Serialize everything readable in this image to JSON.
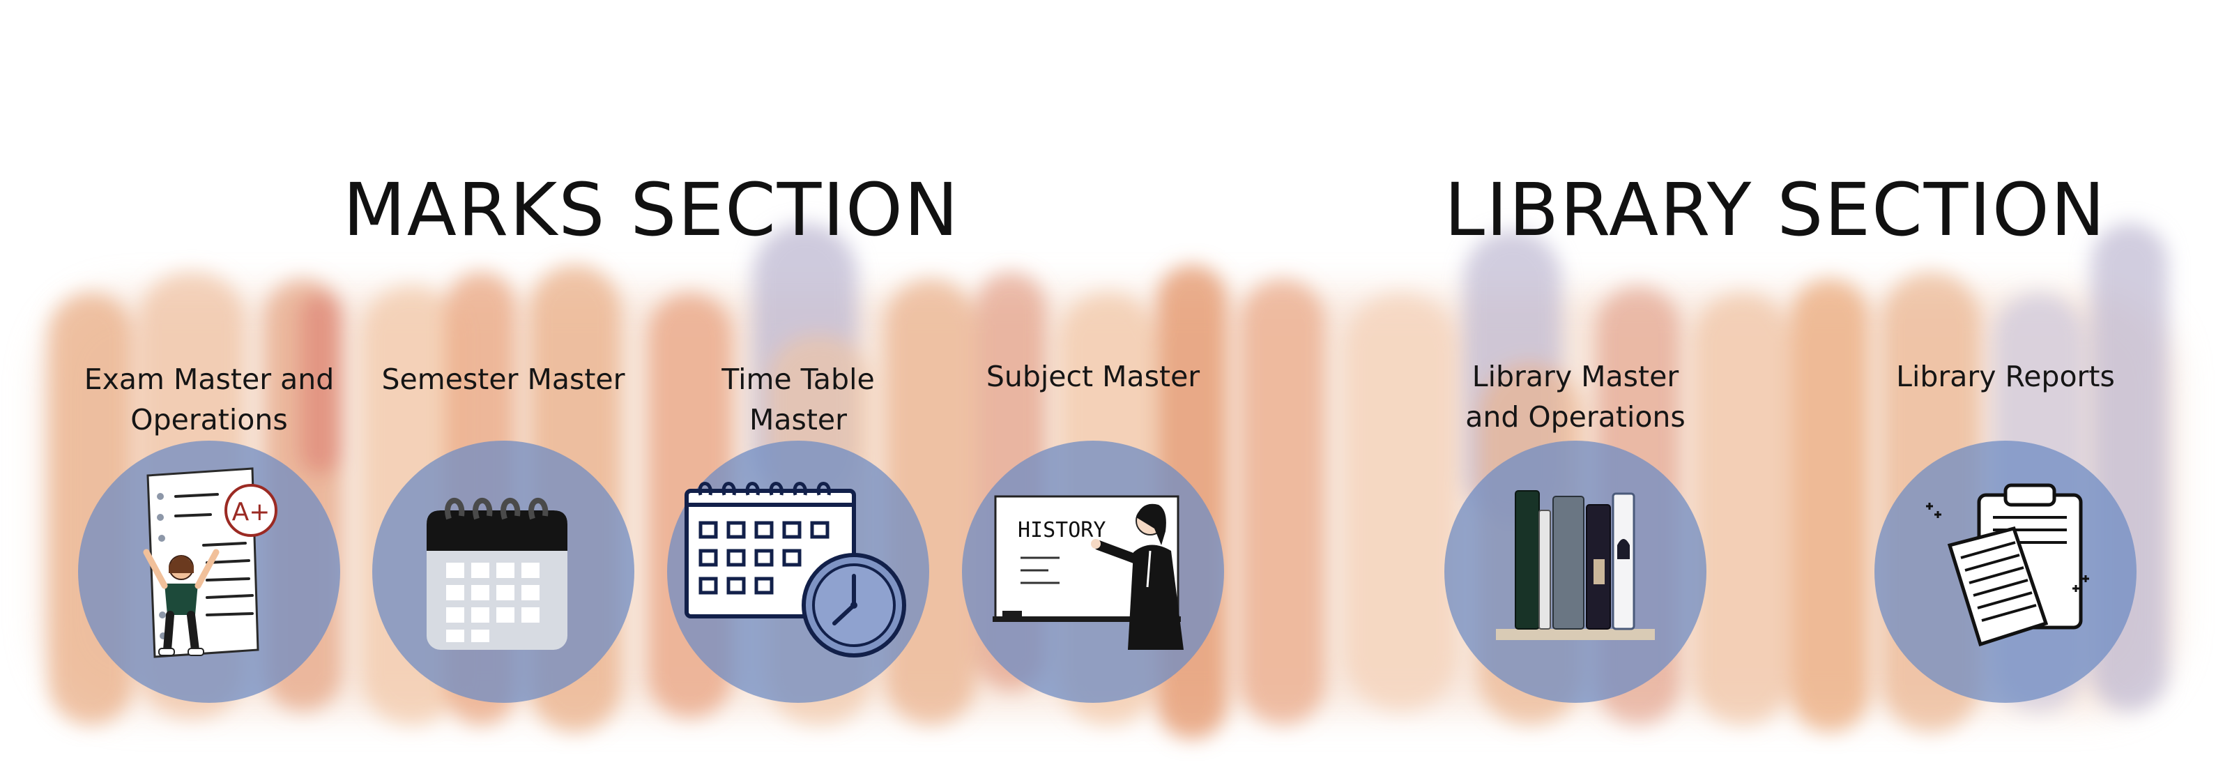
{
  "sections": {
    "marks": {
      "title": "MARKS SECTION"
    },
    "library": {
      "title": "LIBRARY SECTION"
    }
  },
  "tiles": [
    {
      "label_line1": "Exam Master and",
      "label_line2": "Operations",
      "icon": "exam-paper-icon"
    },
    {
      "label_line1": "Semester Master",
      "label_line2": "",
      "icon": "calendar-icon"
    },
    {
      "label_line1": "Time Table",
      "label_line2": "Master",
      "icon": "timetable-clock-icon"
    },
    {
      "label_line1": "Subject Master",
      "label_line2": "",
      "icon": "teacher-whiteboard-icon"
    },
    {
      "label_line1": "Library Master",
      "label_line2": "and Operations",
      "icon": "books-icon"
    },
    {
      "label_line1": "Library Reports",
      "label_line2": "",
      "icon": "reports-clipboard-icon"
    }
  ],
  "icon_text": {
    "grade": "A+",
    "board_word": "HISTORY"
  },
  "colors": {
    "circle": "#6e8cc4",
    "wash_orange": "#e9a676",
    "wash_lavender": "#b9b8d4",
    "text": "#111111"
  }
}
